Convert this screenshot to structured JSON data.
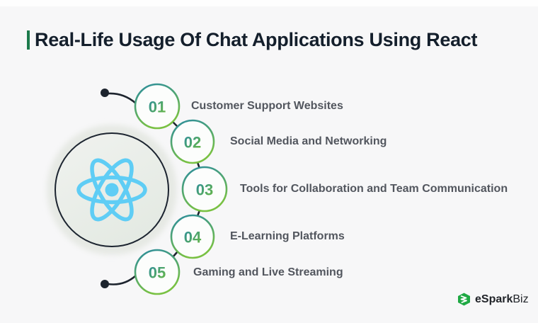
{
  "header": {
    "title": "Real-Life Usage Of Chat Applications Using React"
  },
  "items": [
    {
      "number": "01",
      "label": "Customer Support Websites"
    },
    {
      "number": "02",
      "label": "Social Media and Networking"
    },
    {
      "number": "03",
      "label": "Tools for Collaboration and Team Communication"
    },
    {
      "number": "04",
      "label": "E-Learning Platforms"
    },
    {
      "number": "05",
      "label": "Gaming and Live Streaming"
    }
  ],
  "footer": {
    "brand_bold": "eSpark",
    "brand_regular": "Biz"
  },
  "colors": {
    "background": "#f7f7f8",
    "title_text": "#141f2c",
    "title_accent_green": "#1c7a4b",
    "label_text": "#52565e",
    "ring_gradient_teal": "#2a8c9e",
    "ring_gradient_green": "#79c143",
    "connector_black": "#1d242e",
    "react_blue": "#5fcdf5",
    "big_circle_border": "#1c2430",
    "brand_green": "#1fa944",
    "brand_text": "#212429"
  }
}
